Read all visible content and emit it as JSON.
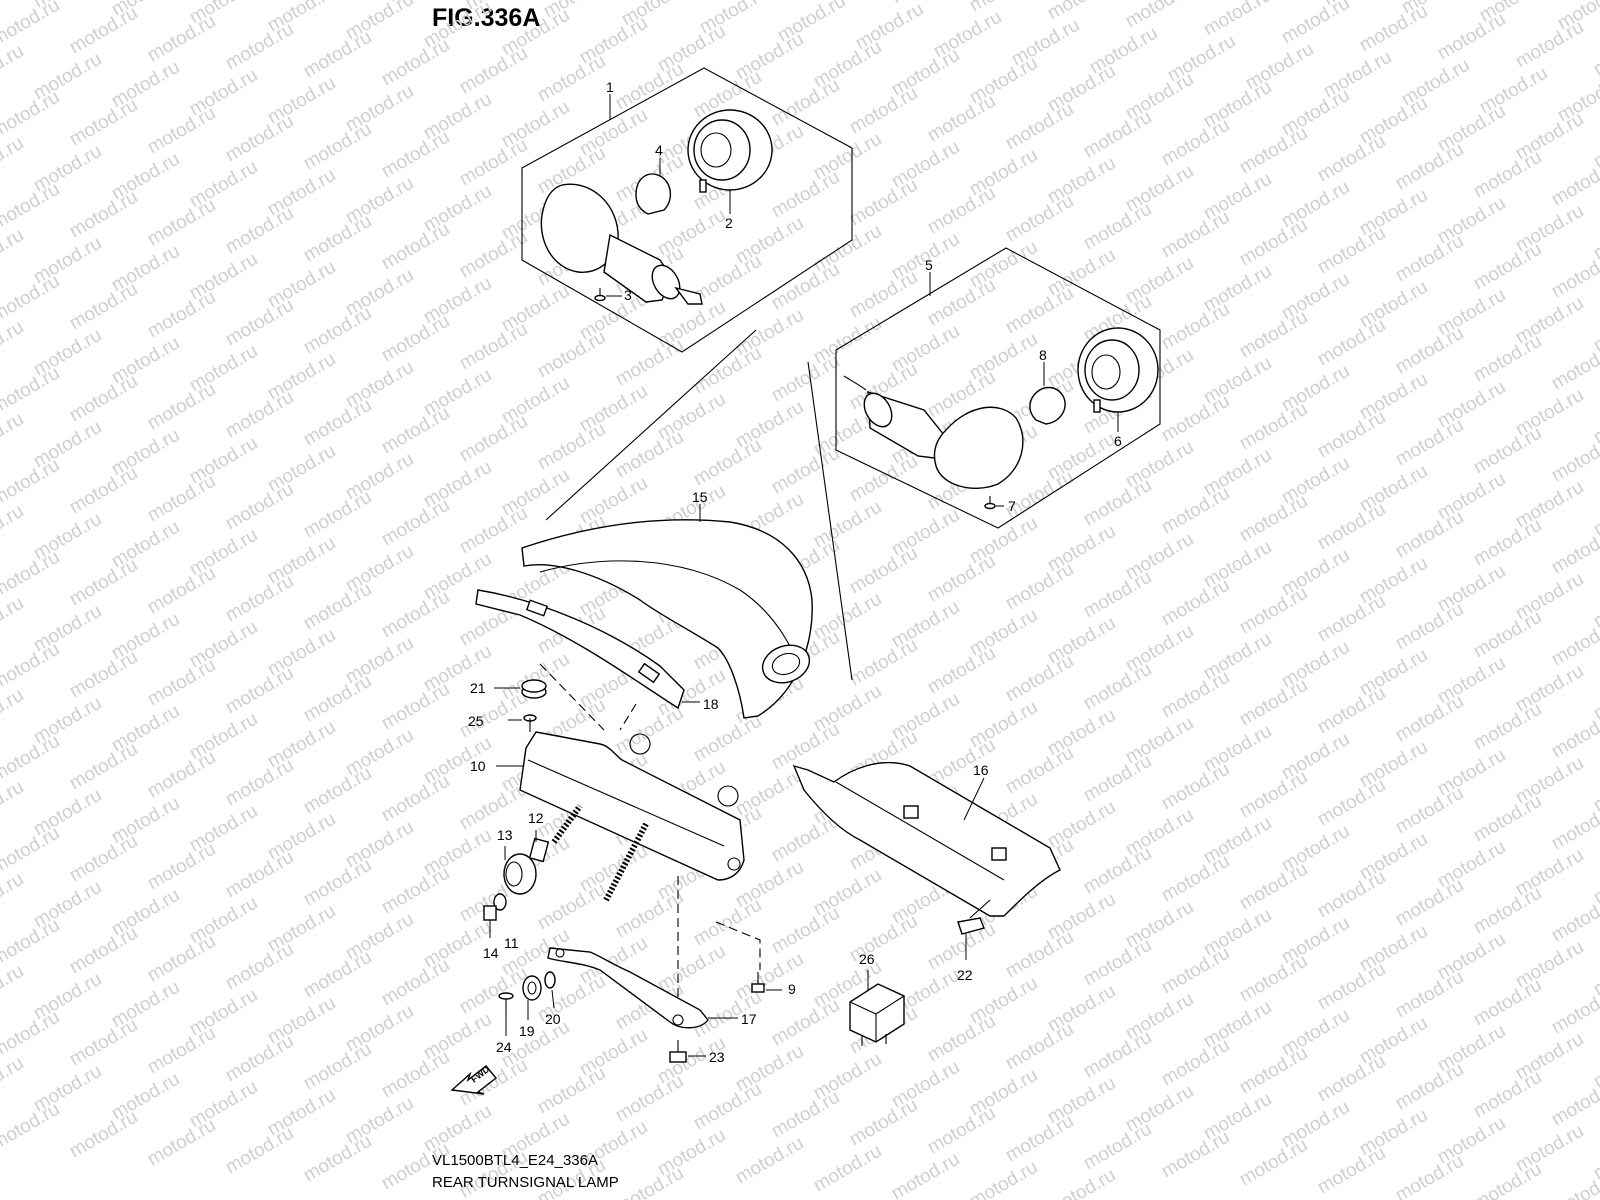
{
  "figure": {
    "title": "FIG.336A",
    "code": "VL1500BTL4_E24_336A",
    "caption": "REAR TURNSIGNAL LAMP"
  },
  "watermark": "motod.ru",
  "direction_marker": "FWD",
  "callouts": {
    "c1": "1",
    "c2": "2",
    "c3": "3",
    "c4": "4",
    "c5": "5",
    "c6": "6",
    "c7": "7",
    "c8": "8",
    "c9": "9",
    "c10": "10",
    "c11": "11",
    "c12": "12",
    "c13": "13",
    "c14": "14",
    "c15": "15",
    "c16": "16",
    "c17": "17",
    "c18": "18",
    "c19": "19",
    "c20": "20",
    "c21": "21",
    "c22": "22",
    "c23": "23",
    "c24": "24",
    "c25": "25",
    "c26": "26"
  }
}
